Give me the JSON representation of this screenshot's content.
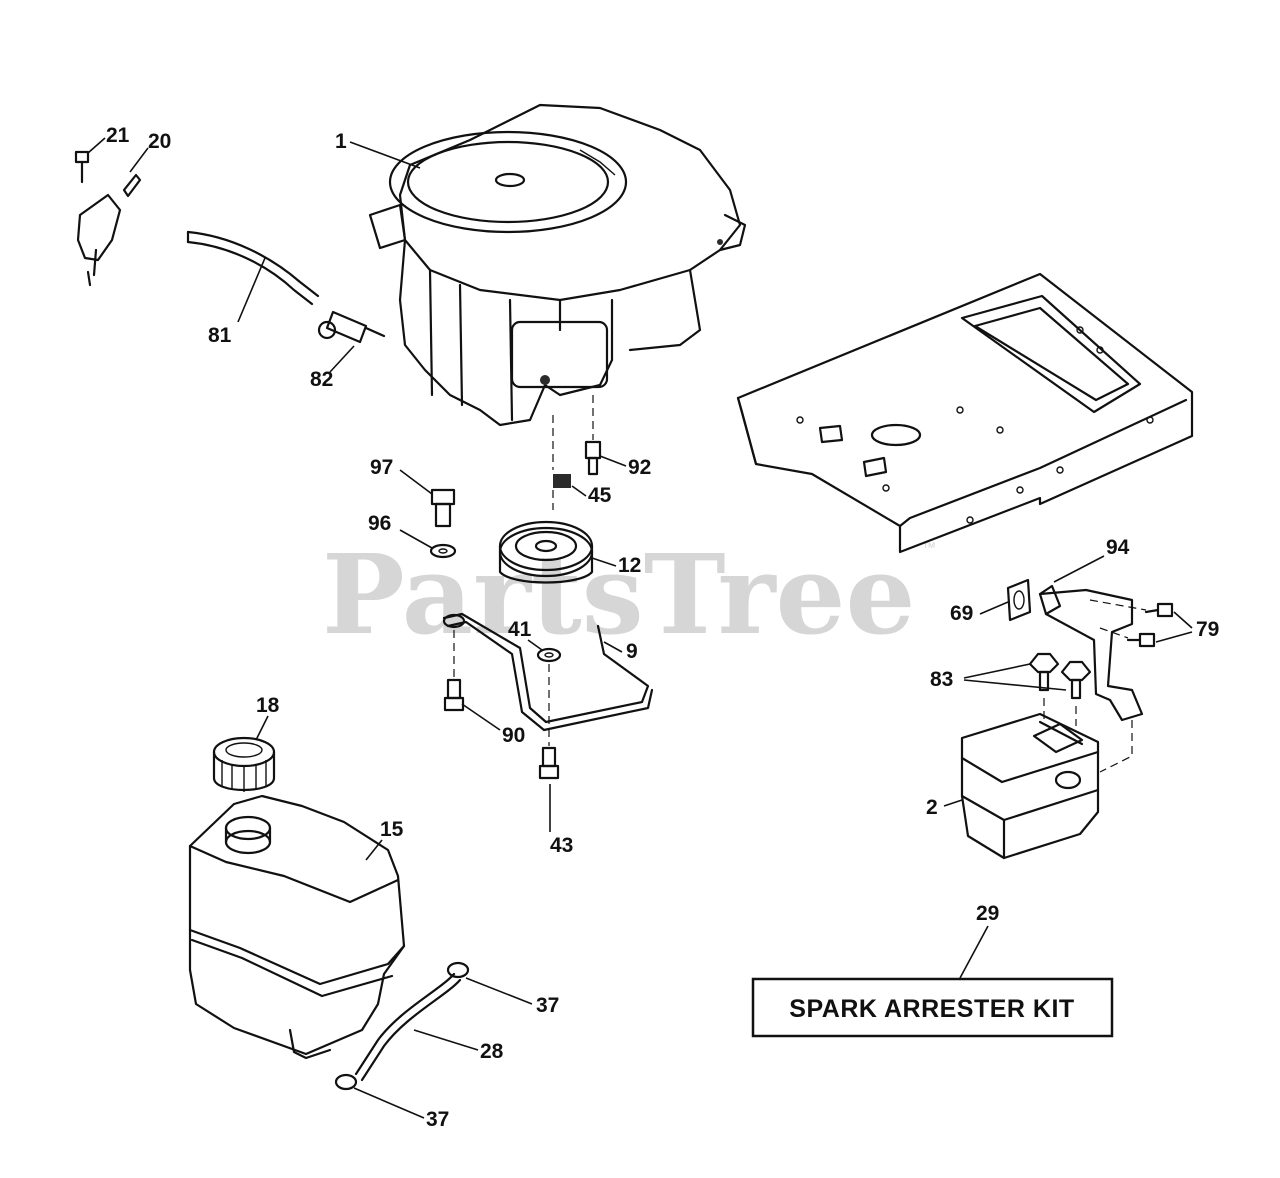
{
  "watermark": {
    "text": "PartsTree",
    "trademark": "™"
  },
  "kit": {
    "label": "SPARK ARRESTER KIT"
  },
  "callouts": {
    "c1": "1",
    "c2": "2",
    "c9": "9",
    "c12": "12",
    "c15": "15",
    "c18": "18",
    "c20": "20",
    "c21": "21",
    "c28": "28",
    "c29": "29",
    "c37a": "37",
    "c37b": "37",
    "c41": "41",
    "c43": "43",
    "c45": "45",
    "c69": "69",
    "c79": "79",
    "c81": "81",
    "c82": "82",
    "c83": "83",
    "c90": "90",
    "c92": "92",
    "c94": "94",
    "c96": "96",
    "c97": "97"
  }
}
